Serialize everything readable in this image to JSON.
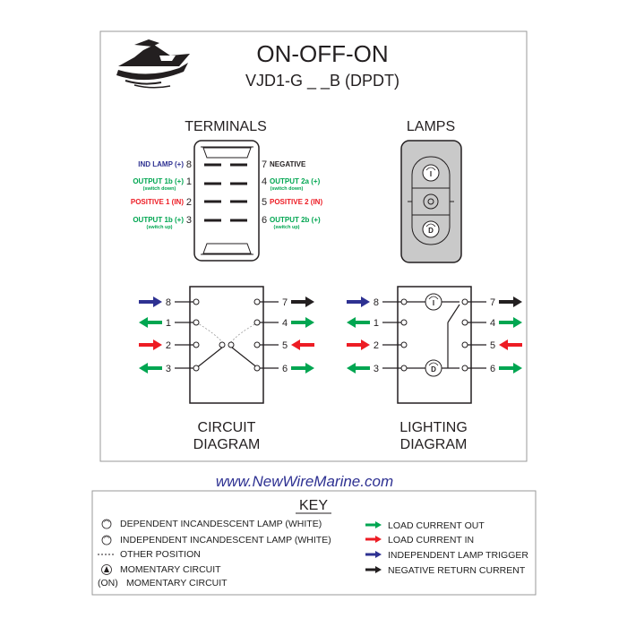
{
  "header": {
    "title": "ON-OFF-ON",
    "model": "VJD1-G _ _B  (DPDT)"
  },
  "sections": {
    "terminals": "TERMINALS",
    "lamps": "LAMPS",
    "circuit_line1": "CIRCUIT",
    "circuit_line2": "DIAGRAM",
    "lighting_line1": "LIGHTING",
    "lighting_line2": "DIAGRAM"
  },
  "terminals": {
    "left": [
      {
        "num": "8",
        "label": "IND LAMP (+)",
        "sub": ""
      },
      {
        "num": "1",
        "label": "OUTPUT 1b (+)",
        "sub": "(switch down)"
      },
      {
        "num": "2",
        "label": "POSITIVE 1 (IN)",
        "sub": ""
      },
      {
        "num": "3",
        "label": "OUTPUT 1b (+)",
        "sub": "(switch up)"
      }
    ],
    "right": [
      {
        "num": "7",
        "label": "NEGATIVE",
        "sub": ""
      },
      {
        "num": "4",
        "label": "OUTPUT 2a (+)",
        "sub": "(switch down)"
      },
      {
        "num": "5",
        "label": "POSITIVE 2 (IN)",
        "sub": ""
      },
      {
        "num": "6",
        "label": "OUTPUT 2b (+)",
        "sub": "(switch up)"
      }
    ]
  },
  "diagram_pins": {
    "left": [
      "8",
      "1",
      "2",
      "3"
    ],
    "right": [
      "7",
      "4",
      "5",
      "6"
    ]
  },
  "lamp_symbols": {
    "independent": "I",
    "dependent": "D"
  },
  "website": "www.NewWireMarine.com",
  "key": {
    "title": "KEY",
    "left": [
      "DEPENDENT INCANDESCENT LAMP (WHITE)",
      "INDEPENDENT INCANDESCENT LAMP (WHITE)",
      "OTHER POSITION",
      "MOMENTARY CIRCUIT",
      "MOMENTARY CIRCUIT"
    ],
    "on_prefix": "(ON)",
    "right": [
      "LOAD CURRENT OUT",
      "LOAD CURRENT IN",
      "INDEPENDENT LAMP TRIGGER",
      "NEGATIVE RETURN CURRENT"
    ]
  },
  "colors": {
    "blue": "#2e3192",
    "green": "#00a651",
    "red": "#ed1c24",
    "black": "#231f20",
    "lamp_body": "#c9c9c9"
  },
  "icons": {
    "logo": "boat-logo-icon"
  }
}
